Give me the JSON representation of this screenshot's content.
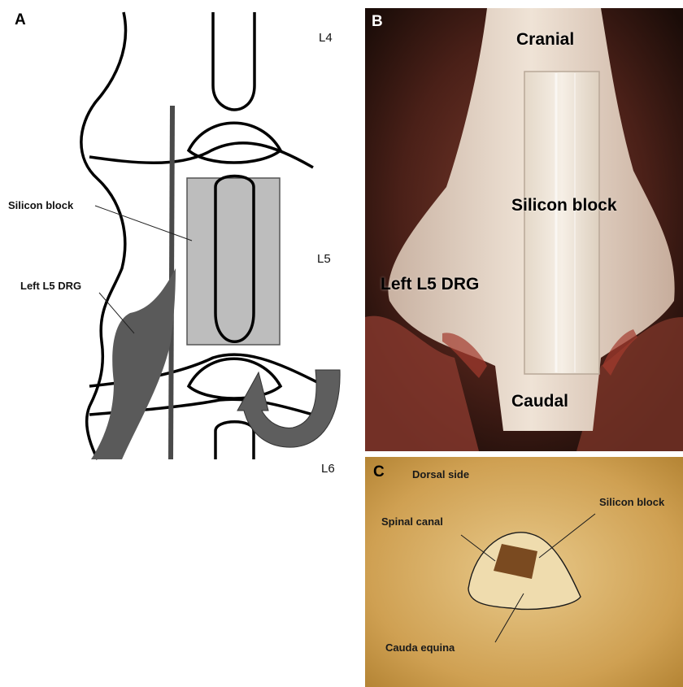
{
  "panel_a": {
    "letter": "A",
    "labels": {
      "silicon_block": "Silicon block",
      "left_drg": "Left L5 DRG"
    },
    "levels": [
      "L4",
      "L5",
      "L6"
    ],
    "colors": {
      "block_fill": "#bdbdbd",
      "drg_fill": "#5a5a5a",
      "arrow_fill": "#5e5e5e",
      "line": "#000000"
    }
  },
  "panel_b": {
    "letter": "B",
    "labels": {
      "cranial": "Cranial",
      "silicon_block": "Silicon block",
      "left_drg": "Left L5 DRG",
      "caudal": "Caudal"
    }
  },
  "panel_c": {
    "letter": "C",
    "labels": {
      "dorsal_side": "Dorsal side",
      "silicon_block": "Silicon block",
      "spinal_canal": "Spinal canal",
      "cauda_equina": "Cauda equina"
    }
  }
}
